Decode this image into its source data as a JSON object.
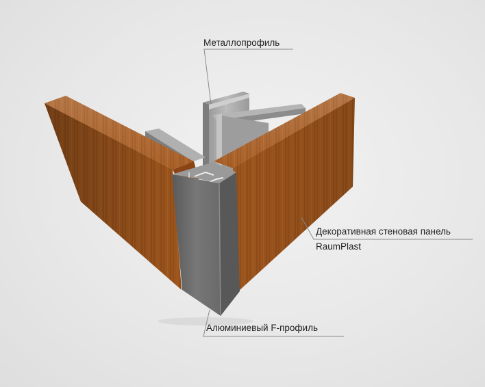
{
  "labels": {
    "metal_profile": "Металлопрофиль",
    "panel_line1": "Декоративная стеновая панель",
    "panel_line2": "RaumPlast",
    "aluminium_profile": "Алюминиевый F-профиль"
  },
  "colors": {
    "background": "#e8e8e8",
    "wood": "#a65a1f",
    "wood_dark": "#6e3510",
    "aluminium": "#6f6f6f",
    "metal": "#a4a4a4",
    "leader_line": "#8a8a8a"
  }
}
